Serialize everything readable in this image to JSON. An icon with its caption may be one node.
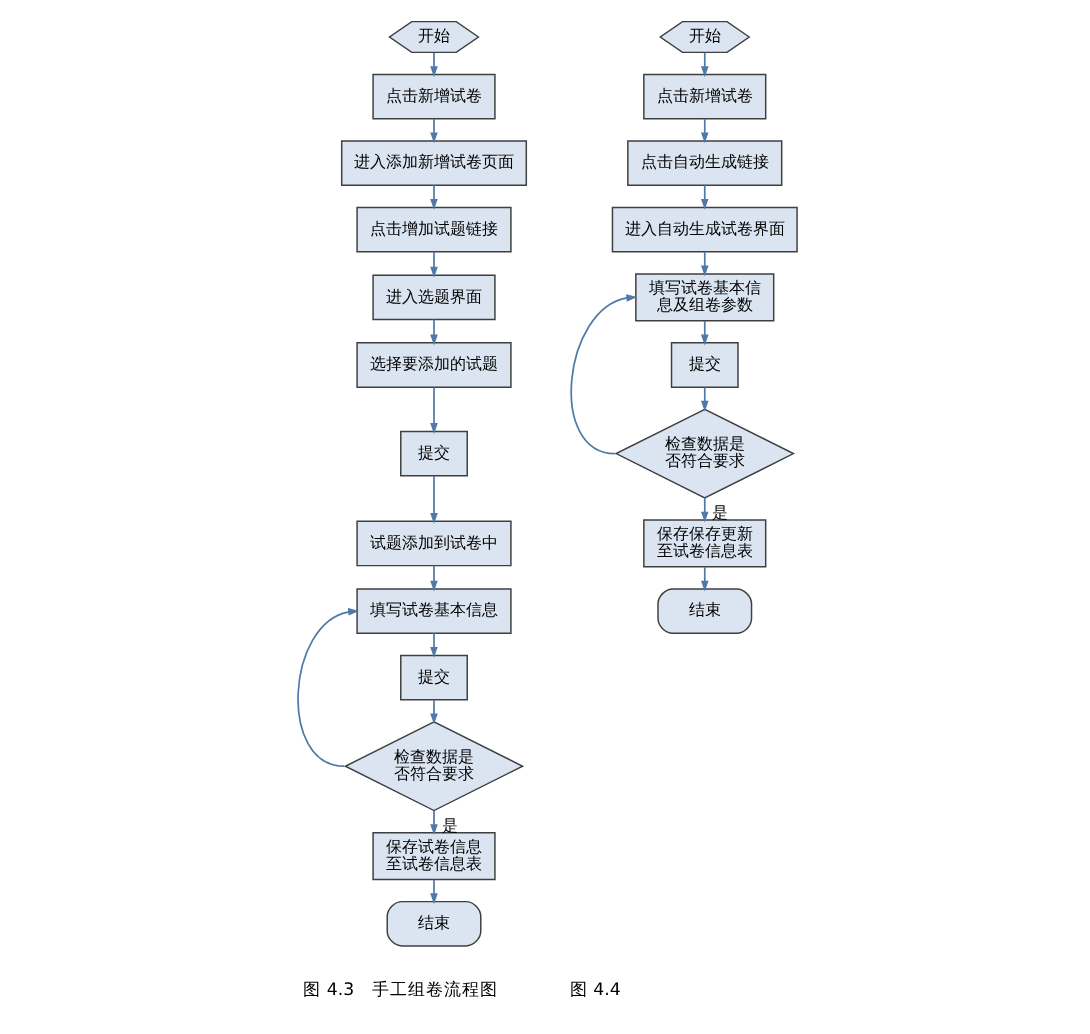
{
  "diagram": {
    "nodes": [
      {
        "text": [
          "开始"
        ]
      },
      {
        "text": [
          "点击新增试卷"
        ]
      },
      {
        "text": [
          "进入添加新增试卷页面"
        ]
      },
      {
        "text": [
          "点击增加试题链接"
        ]
      },
      {
        "text": [
          "进入选题界面"
        ]
      },
      {
        "text": [
          "选择要添加的试题"
        ]
      },
      {
        "text": [
          "提交"
        ]
      },
      {
        "text": [
          "试题添加到试卷中"
        ]
      },
      {
        "text": [
          "填写试卷基本信息"
        ]
      },
      {
        "text": [
          "提交"
        ]
      },
      {
        "text": [
          "检查数据是否符合要求"
        ]
      },
      {
        "text": [
          "保存试卷信息至试卷信息表"
        ]
      },
      {
        "text": [
          "结束"
        ]
      },
      {
        "text": [
          "开始"
        ]
      },
      {
        "text": [
          "点击新增试卷"
        ]
      },
      {
        "text": [
          "点击自动生成链接"
        ]
      },
      {
        "text": [
          "进入自动生成试卷界面"
        ]
      },
      {
        "text": [
          "填写试卷基本信息及组卷参数"
        ]
      },
      {
        "text": [
          "提交"
        ]
      },
      {
        "text": [
          "检查数据是否符合要求"
        ]
      },
      {
        "text": [
          "保存保存更新至试卷信息表"
        ]
      },
      {
        "text": [
          "结束"
        ]
      }
    ],
    "edges": [
      {
        "from": 0,
        "to": 1,
        "arrow": "to"
      },
      {
        "from": 1,
        "to": 2,
        "arrow": "to"
      },
      {
        "from": 2,
        "to": 3,
        "arrow": "to"
      },
      {
        "from": 3,
        "to": 4,
        "arrow": "to"
      },
      {
        "from": 4,
        "to": 5,
        "arrow": "to"
      },
      {
        "from": 5,
        "to": 6,
        "arrow": "to"
      },
      {
        "from": 6,
        "to": 7,
        "arrow": "to"
      },
      {
        "from": 7,
        "to": 8,
        "arrow": "to"
      },
      {
        "from": 8,
        "to": 9,
        "arrow": "to"
      },
      {
        "from": 9,
        "to": 10,
        "arrow": "to"
      },
      {
        "from": 10,
        "to": 11,
        "arrow": "to",
        "label": "是"
      },
      {
        "from": 11,
        "to": 12,
        "arrow": "to"
      },
      {
        "from": 10,
        "to": 8,
        "arrow": "to"
      },
      {
        "from": 13,
        "to": 14,
        "arrow": "to"
      },
      {
        "from": 14,
        "to": 15,
        "arrow": "to"
      },
      {
        "from": 15,
        "to": 16,
        "arrow": "to"
      },
      {
        "from": 16,
        "to": 17,
        "arrow": "to"
      },
      {
        "from": 17,
        "to": 18,
        "arrow": "to"
      },
      {
        "from": 18,
        "to": 19,
        "arrow": "to"
      },
      {
        "from": 19,
        "to": 20,
        "arrow": "to",
        "label": "是"
      },
      {
        "from": 20,
        "to": 21,
        "arrow": "to"
      },
      {
        "from": 19,
        "to": 17,
        "arrow": "to"
      }
    ],
    "labels": [
      "图 4.3　手工组卷流程图",
      "图 4.4"
    ]
  }
}
